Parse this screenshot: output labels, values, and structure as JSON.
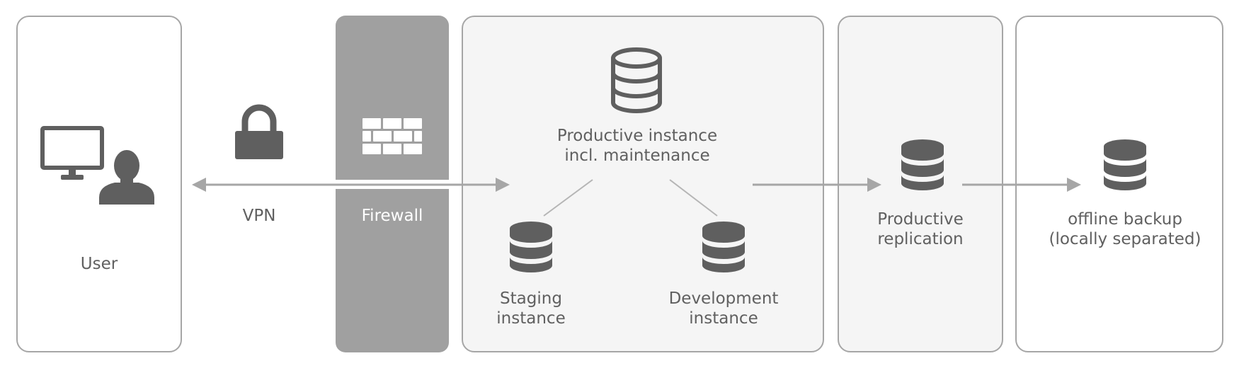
{
  "nodes": {
    "user": {
      "label": "User"
    },
    "vpn": {
      "label": "VPN"
    },
    "firewall": {
      "label": "Firewall"
    },
    "productive_instance": {
      "line1": "Productive instance",
      "line2": "incl. maintenance"
    },
    "staging": {
      "line1": "Staging",
      "line2": "instance"
    },
    "development": {
      "line1": "Development",
      "line2": "instance"
    },
    "replication": {
      "line1": "Productive",
      "line2": "replication"
    },
    "backup": {
      "line1": "offline backup",
      "line2": "(locally separated)"
    }
  },
  "colors": {
    "border": "#a6a6a6",
    "panel": "#f5f5f5",
    "firewall": "#a0a0a0",
    "icon": "#5f5f5f",
    "arrow": "#a6a6a6",
    "text": "#606060"
  },
  "icons": [
    "computer-icon",
    "person-icon",
    "lock-icon",
    "brick-wall-icon",
    "database-icon"
  ]
}
